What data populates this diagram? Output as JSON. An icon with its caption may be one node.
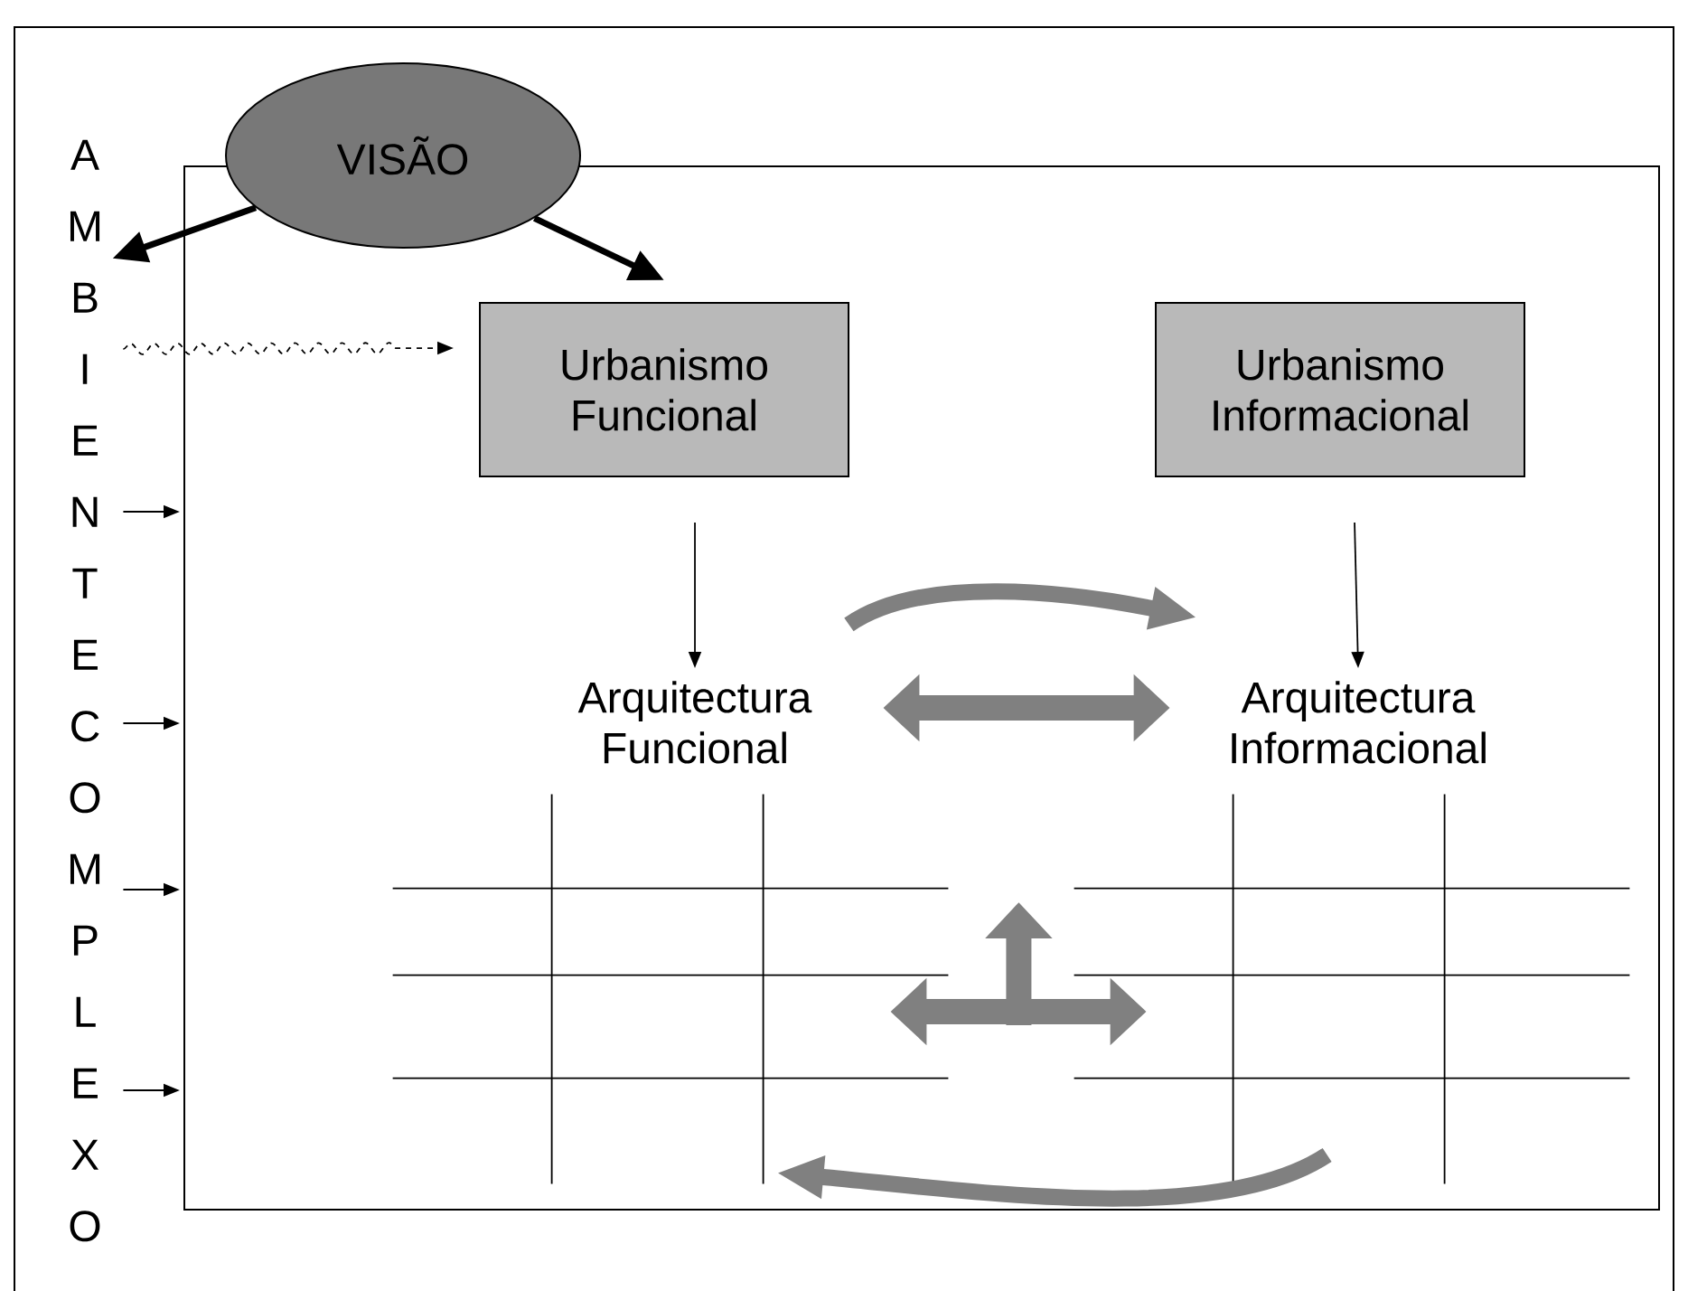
{
  "diagram": {
    "nodes": [
      {
        "text": [
          "VISÃO"
        ]
      },
      {
        "text": [
          "A M B I E N T E C O M P L E X O"
        ]
      },
      {
        "text": [],
        "shape": "box"
      },
      {
        "text": [
          "Urbanismo Funcional"
        ],
        "in": 2
      },
      {
        "text": [
          "Urbanismo Informacional"
        ],
        "in": 2
      },
      {
        "text": [
          "Arquitectura Funcional"
        ],
        "in": 2
      },
      {
        "text": [
          "Arquitectura Informacional"
        ],
        "in": 2
      },
      {
        "text": [],
        "shape": "grid",
        "in": 2
      },
      {
        "text": [],
        "shape": "grid",
        "in": 2
      }
    ],
    "edges": [
      {
        "from": 0,
        "to": 1,
        "arrow": "to",
        "style": "thick"
      },
      {
        "from": 0,
        "to": 3,
        "arrow": "to",
        "style": "thick"
      },
      {
        "from": 1,
        "to": 3,
        "arrow": "to",
        "style": "dashed"
      },
      {
        "from": 1,
        "to": 2,
        "arrow": "to"
      },
      {
        "from": 1,
        "to": 2,
        "arrow": "to"
      },
      {
        "from": 1,
        "to": 2,
        "arrow": "to"
      },
      {
        "from": 1,
        "to": 2,
        "arrow": "to"
      },
      {
        "from": 3,
        "to": 5,
        "arrow": "to"
      },
      {
        "from": 4,
        "to": 6,
        "arrow": "to"
      },
      {
        "from": 5,
        "to": 6,
        "arrow": "to",
        "style": "thick",
        "color": "#808080"
      },
      {
        "from": 5,
        "to": 6,
        "arrow": "both",
        "style": "thick",
        "color": "#808080"
      },
      {
        "from": 7,
        "to": 8,
        "arrow": "both",
        "style": "thick",
        "color": "#808080"
      },
      {
        "from": 8,
        "to": 7,
        "arrow": "to",
        "style": "thick",
        "color": "#808080"
      }
    ]
  }
}
